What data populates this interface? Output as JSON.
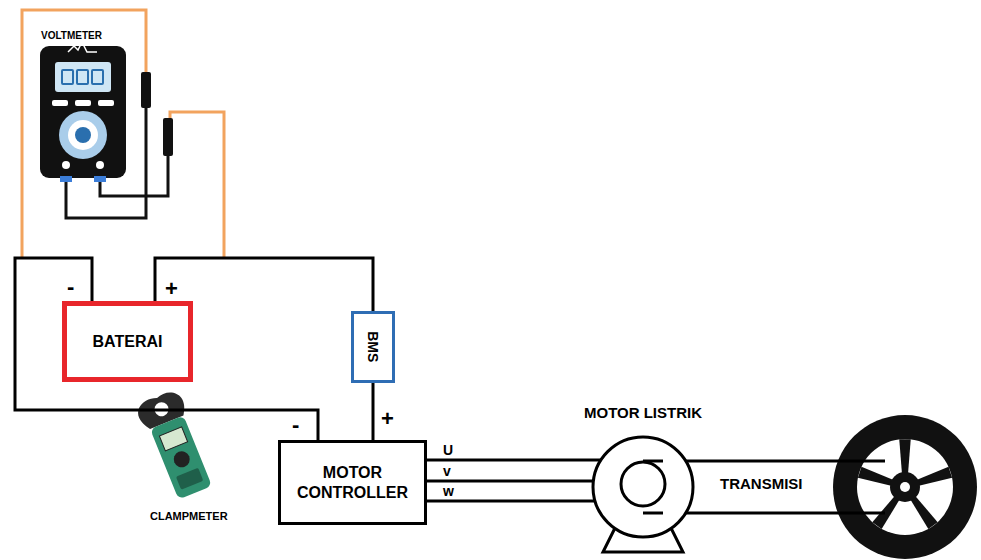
{
  "diagram": {
    "nodes": [
      {
        "text": [
          "BATERAI"
        ]
      },
      {
        "text": [
          "BMS"
        ]
      },
      {
        "text": [
          "MOTOR CONTROLLER"
        ]
      },
      {
        "text": [
          "MOTOR LISTRIK"
        ]
      }
    ],
    "edges": [
      {
        "from": 0,
        "to": 2,
        "arrow": "none"
      },
      {
        "from": 0,
        "to": 1,
        "arrow": "none"
      },
      {
        "from": 1,
        "to": 2,
        "arrow": "none"
      },
      {
        "from": 2,
        "to": 3,
        "label": "U",
        "arrow": "none"
      },
      {
        "from": 2,
        "to": 3,
        "label": "v",
        "arrow": "none"
      },
      {
        "from": 2,
        "to": 3,
        "label": "w",
        "arrow": "none"
      }
    ],
    "labels": [
      "VOLTMETER",
      "-",
      "+",
      "-",
      "+",
      "TRANSMISI",
      "CLAMPMETER"
    ]
  }
}
